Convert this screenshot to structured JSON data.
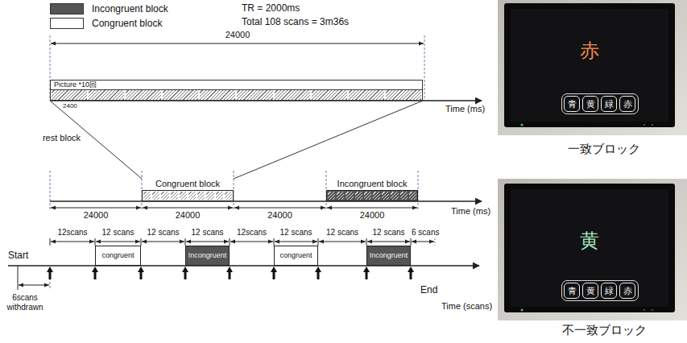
{
  "diagram": {
    "nodes": [
      {
        "text": [
          "Picture *10回"
        ]
      },
      {
        "text": [
          "Congruent block"
        ]
      },
      {
        "text": [
          "Incongruent block"
        ]
      },
      {
        "text": [
          "congruent"
        ]
      },
      {
        "text": [
          "Incongruent"
        ]
      },
      {
        "text": [
          "congruent"
        ]
      },
      {
        "text": [
          "Incongruent"
        ]
      },
      {
        "text": [
          "赤"
        ]
      },
      {
        "text": [
          "青"
        ],
        "in": 7
      },
      {
        "text": [
          "黄"
        ],
        "in": 7
      },
      {
        "text": [
          "緑"
        ],
        "in": 7
      },
      {
        "text": [
          "赤"
        ],
        "in": 7
      },
      {
        "text": [
          "黄"
        ]
      },
      {
        "text": [
          "青"
        ],
        "in": 12
      },
      {
        "text": [
          "黄"
        ],
        "in": 12
      },
      {
        "text": [
          "緑"
        ],
        "in": 12
      },
      {
        "text": [
          "赤"
        ],
        "in": 12
      }
    ],
    "edges": [
      {
        "from": 0,
        "to": 1,
        "arrow": "none"
      },
      {
        "from": 0,
        "to": 1,
        "arrow": "none"
      }
    ],
    "labels": [
      "TR = 2000ms",
      "Total 108 scans = 3m36s",
      "24000",
      "2400",
      "Time (ms)",
      "rest block",
      "24000",
      "24000",
      "24000",
      "24000",
      "Time (ms)",
      "12scans",
      "12 scans",
      "12 scans",
      "12 scans",
      "12scans",
      "12 scans",
      "12 scans",
      "12 scans",
      "6 scans",
      "Start",
      "6scans withdrawn",
      "End",
      "Time (scans)",
      "一致ブロック",
      "不一致ブロック"
    ],
    "legend": [
      {
        "text": "Incongruent block",
        "color": "#555555"
      },
      {
        "text": "Congruent block",
        "color": "#ffffff"
      }
    ]
  }
}
